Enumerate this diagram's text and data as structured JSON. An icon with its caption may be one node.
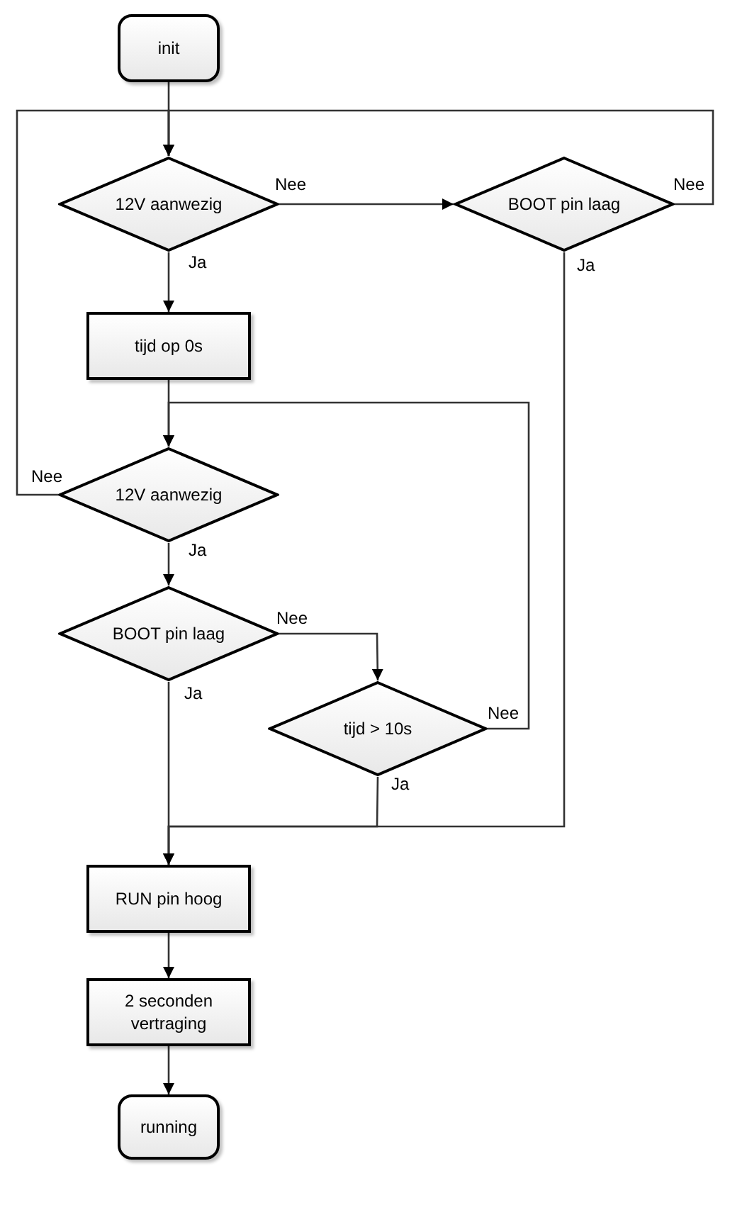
{
  "diagram": {
    "nodes": [
      {
        "text": [
          "init"
        ]
      },
      {
        "text": [
          "12V aanwezig"
        ]
      },
      {
        "text": [
          "BOOT pin laag"
        ]
      },
      {
        "text": [
          "tijd op 0s"
        ]
      },
      {
        "text": [
          "12V aanwezig"
        ]
      },
      {
        "text": [
          "BOOT pin laag"
        ]
      },
      {
        "text": [
          "tijd > 10s"
        ]
      },
      {
        "text": [
          "RUN pin hoog"
        ]
      },
      {
        "text": [
          "2 seconden vertraging"
        ]
      },
      {
        "text": [
          "running"
        ]
      }
    ],
    "edges": [
      {
        "from": 0,
        "to": 1,
        "arrow": "to"
      },
      {
        "from": 1,
        "to": 2,
        "arrow": "to",
        "label": "Nee"
      },
      {
        "from": 2,
        "to": 1,
        "arrow": "to",
        "label": "Nee"
      },
      {
        "from": 4,
        "to": 1,
        "arrow": "to",
        "label": "Nee"
      },
      {
        "from": 1,
        "to": 3,
        "arrow": "to",
        "label": "Ja"
      },
      {
        "from": 3,
        "to": 4,
        "arrow": "to"
      },
      {
        "from": 6,
        "to": 4,
        "arrow": "to",
        "label": "Nee"
      },
      {
        "from": 4,
        "to": 5,
        "arrow": "to",
        "label": "Ja"
      },
      {
        "from": 5,
        "to": 6,
        "arrow": "to",
        "label": "Nee"
      },
      {
        "from": 5,
        "to": 7,
        "arrow": "to",
        "label": "Ja"
      },
      {
        "from": 6,
        "to": 7,
        "arrow": "to",
        "label": "Ja"
      },
      {
        "from": 2,
        "to": 7,
        "arrow": "to",
        "label": "Ja"
      },
      {
        "from": 7,
        "to": 8,
        "arrow": "to"
      },
      {
        "from": 8,
        "to": 9,
        "arrow": "to"
      }
    ]
  }
}
